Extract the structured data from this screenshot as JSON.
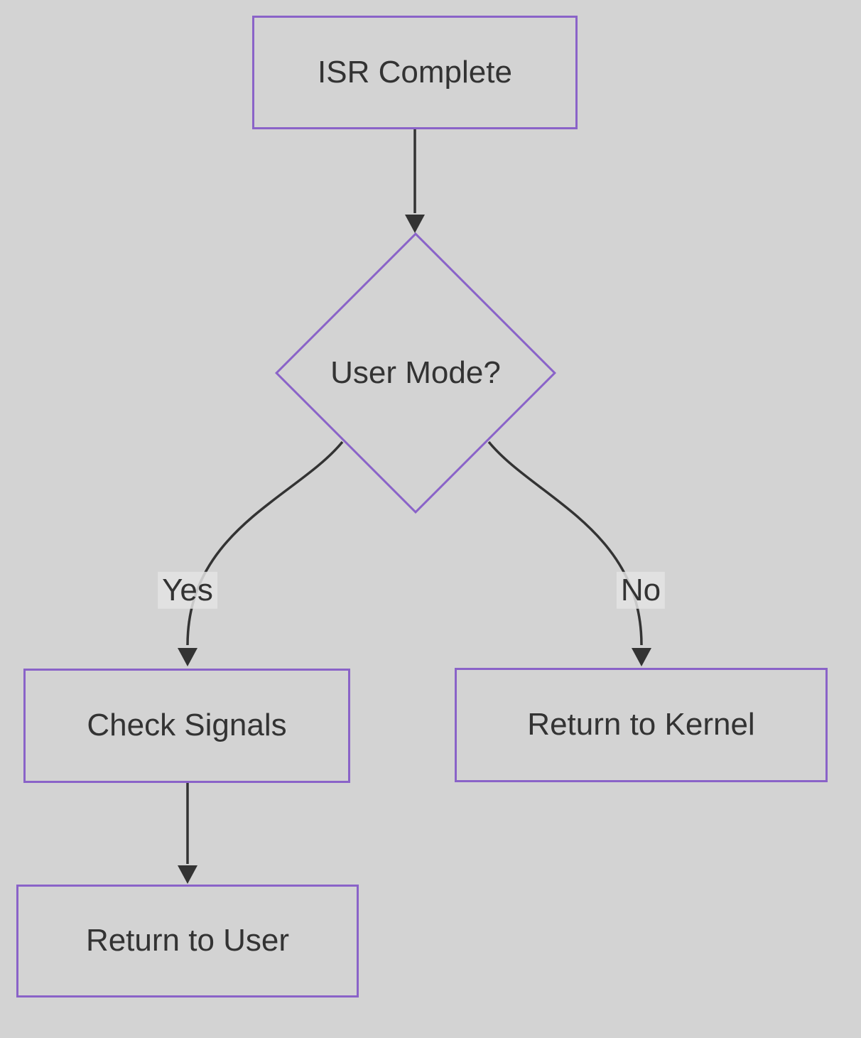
{
  "diagram": {
    "type": "flowchart",
    "direction": "top-down",
    "colors": {
      "background": "#d3d3d3",
      "node_fill": "#d3d3d3",
      "node_border": "#8a63c8",
      "edge_stroke": "#333333",
      "text": "#333333",
      "edge_label_background": "#e3e3e3"
    },
    "nodes": [
      {
        "id": "isr_complete",
        "shape": "rectangle",
        "label": "ISR Complete"
      },
      {
        "id": "user_mode",
        "shape": "diamond",
        "label": "User Mode?"
      },
      {
        "id": "check_signals",
        "shape": "rectangle",
        "label": "Check Signals"
      },
      {
        "id": "return_to_kernel",
        "shape": "rectangle",
        "label": "Return to Kernel"
      },
      {
        "id": "return_to_user",
        "shape": "rectangle",
        "label": "Return to User"
      }
    ],
    "edges": [
      {
        "from": "isr_complete",
        "to": "user_mode",
        "label": ""
      },
      {
        "from": "user_mode",
        "to": "check_signals",
        "label": "Yes"
      },
      {
        "from": "user_mode",
        "to": "return_to_kernel",
        "label": "No"
      },
      {
        "from": "check_signals",
        "to": "return_to_user",
        "label": ""
      }
    ]
  }
}
